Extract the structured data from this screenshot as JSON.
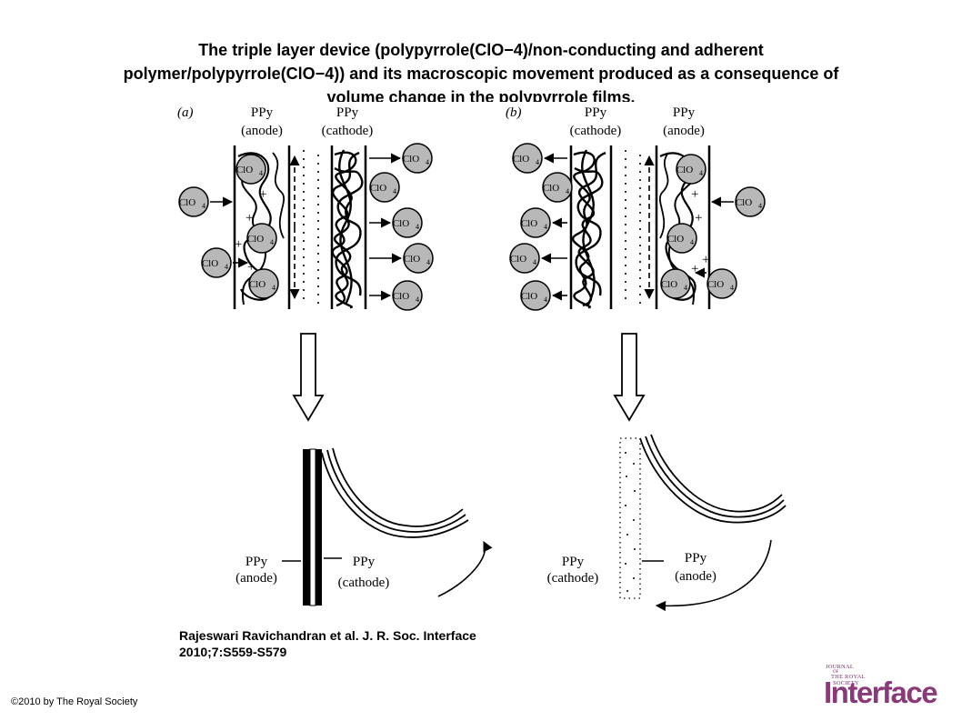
{
  "title_lines": [
    "The triple layer device (polypyrrole(ClO−4)/non-conducting  and adherent",
    "polymer/polypyrrole(ClO−4))  and its macroscopic movement produced as a consequence of",
    "volume change in the polypyrrole films."
  ],
  "panel_a": {
    "label": "(a)",
    "left_film": {
      "name": "PPy",
      "role": "(anode)"
    },
    "right_film": {
      "name": "PPy",
      "role": "(cathode)"
    },
    "ion": "ClO",
    "ion_sub": "4",
    "charge": "+",
    "bottom_left": {
      "name": "PPy",
      "role": "(anode)"
    },
    "bottom_right": {
      "name": "PPy",
      "role": "(cathode)"
    }
  },
  "panel_b": {
    "label": "(b)",
    "left_film": {
      "name": "PPy",
      "role": "(cathode)"
    },
    "right_film": {
      "name": "PPy",
      "role": "(anode)"
    },
    "ion": "ClO",
    "ion_sub": "4",
    "charge": "+",
    "bottom_left": {
      "name": "PPy",
      "role": "(cathode)"
    },
    "bottom_right": {
      "name": "PPy",
      "role": "(anode)"
    }
  },
  "citation_lines": [
    "Rajeswari Ravichandran et al. J. R. Soc. Interface",
    "2010;7:S559-S579"
  ],
  "copyright": "©2010 by The Royal Society",
  "logo": {
    "line1": "JOURNAL",
    "line2": "OF",
    "line3": "THE ROYAL",
    "line4": "SOCIETY",
    "word": "Interface",
    "color": "#8a3a79"
  },
  "colors": {
    "ion_fill": "#b8b8b8",
    "line": "#000000"
  }
}
